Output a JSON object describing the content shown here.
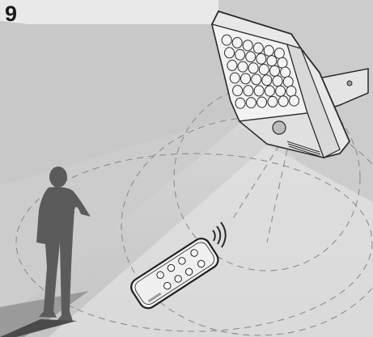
{
  "step": {
    "number": "9"
  },
  "illustration": {
    "floodlight_leds": {
      "rows": 6,
      "cols": 6
    },
    "remote_buttons": 8
  },
  "colors": {
    "background": "#cfcfcf",
    "light_beam": "#ececec",
    "wall_shadow": "#b9b9b9",
    "silhouette": "#5c5c5c",
    "floodlight_body": "#e6e6e6",
    "outline": "#2a2a2a",
    "detection_rings": "#8a8a8a"
  }
}
